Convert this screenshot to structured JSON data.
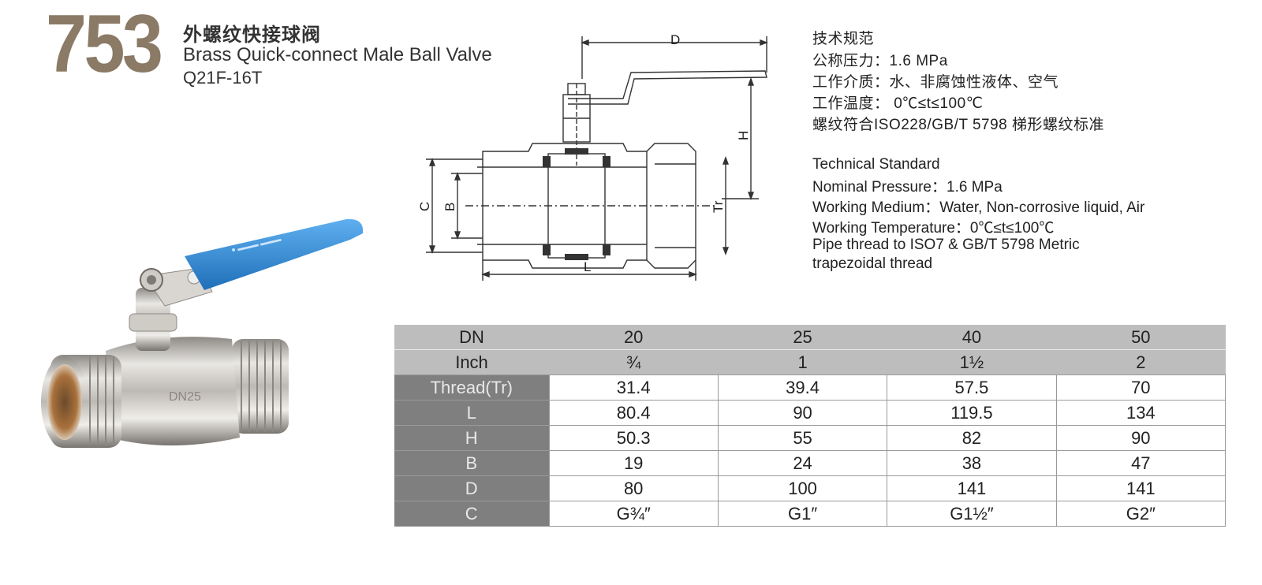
{
  "header": {
    "model_number": "753",
    "title_cn": "外螺纹快接球阀",
    "title_en": "Brass Quick-connect  Male Ball Valve",
    "model_code": "Q21F-16T"
  },
  "specs_cn": {
    "heading": "技术规范",
    "lines": [
      "公称压力：1.6 MPa",
      "工作介质：水、非腐蚀性液体、空气",
      "工作温度： 0℃≤t≤100℃",
      "螺纹符合ISO228/GB/T 5798 梯形螺纹标准"
    ]
  },
  "specs_en": {
    "heading": "Technical Standard",
    "lines": [
      "Nominal Pressure：1.6 MPa",
      "Working Medium：Water, Non-corrosive liquid, Air",
      "Working Temperature：0℃≤t≤100℃",
      "Pipe thread to ISO7 & GB/T 5798 Metric",
      "trapezoidal thread"
    ]
  },
  "drawing_labels": {
    "d": "D",
    "h": "H",
    "c": "C",
    "b": "B",
    "tr": "Tr",
    "l": "L"
  },
  "colors": {
    "model_number": "#8a7a66",
    "handle_blue": "#2e86d6",
    "table_header": "#bdbdbd",
    "table_label": "#7f7f7f"
  },
  "table": {
    "header_rows": [
      {
        "label": "DN",
        "values": [
          "20",
          "25",
          "40",
          "50"
        ]
      },
      {
        "label": "Inch",
        "values": [
          "¾",
          "1",
          "1½",
          "2"
        ]
      }
    ],
    "rows": [
      {
        "label": "Thread(Tr)",
        "values": [
          "31.4",
          "39.4",
          "57.5",
          "70"
        ]
      },
      {
        "label": "L",
        "values": [
          "80.4",
          "90",
          "119.5",
          "134"
        ]
      },
      {
        "label": "H",
        "values": [
          "50.3",
          "55",
          "82",
          "90"
        ]
      },
      {
        "label": "B",
        "values": [
          "19",
          "24",
          "38",
          "47"
        ]
      },
      {
        "label": "D",
        "values": [
          "80",
          "100",
          "141",
          "141"
        ]
      },
      {
        "label": "C",
        "values": [
          "G¾″",
          "G1″",
          "G1½″",
          "G2″"
        ]
      }
    ]
  }
}
